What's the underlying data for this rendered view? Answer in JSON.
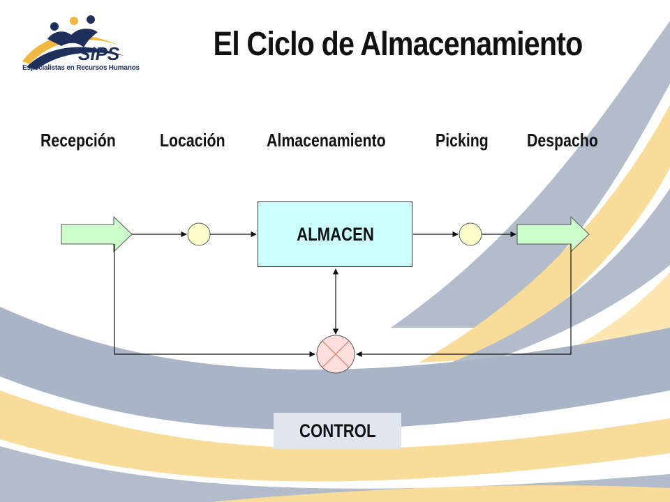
{
  "header": {
    "title": "El Ciclo de Almacenamiento",
    "logo_text": "SIPS",
    "logo_tagline": "Especialistas en Recursos Humanos"
  },
  "stages": [
    "Recepción",
    "Locación",
    "Almacenamiento",
    "Picking",
    "Despacho"
  ],
  "diagram": {
    "storage_label": "ALMACEN",
    "control_label": "CONTROL"
  },
  "colors": {
    "arrow_fill": "#ccffcc",
    "circle_fill": "#ffffcc",
    "storage_fill": "#ccffff",
    "control_node_fill": "#ffdede",
    "control_node_cross": "#e07a5f",
    "control_label_bg": "#dfe6f0",
    "swoosh_blue": "#a9b4c6",
    "swoosh_yellow": "#f9dc9a",
    "logo_blue": "#1f2f5c",
    "logo_gold": "#f0b840"
  }
}
